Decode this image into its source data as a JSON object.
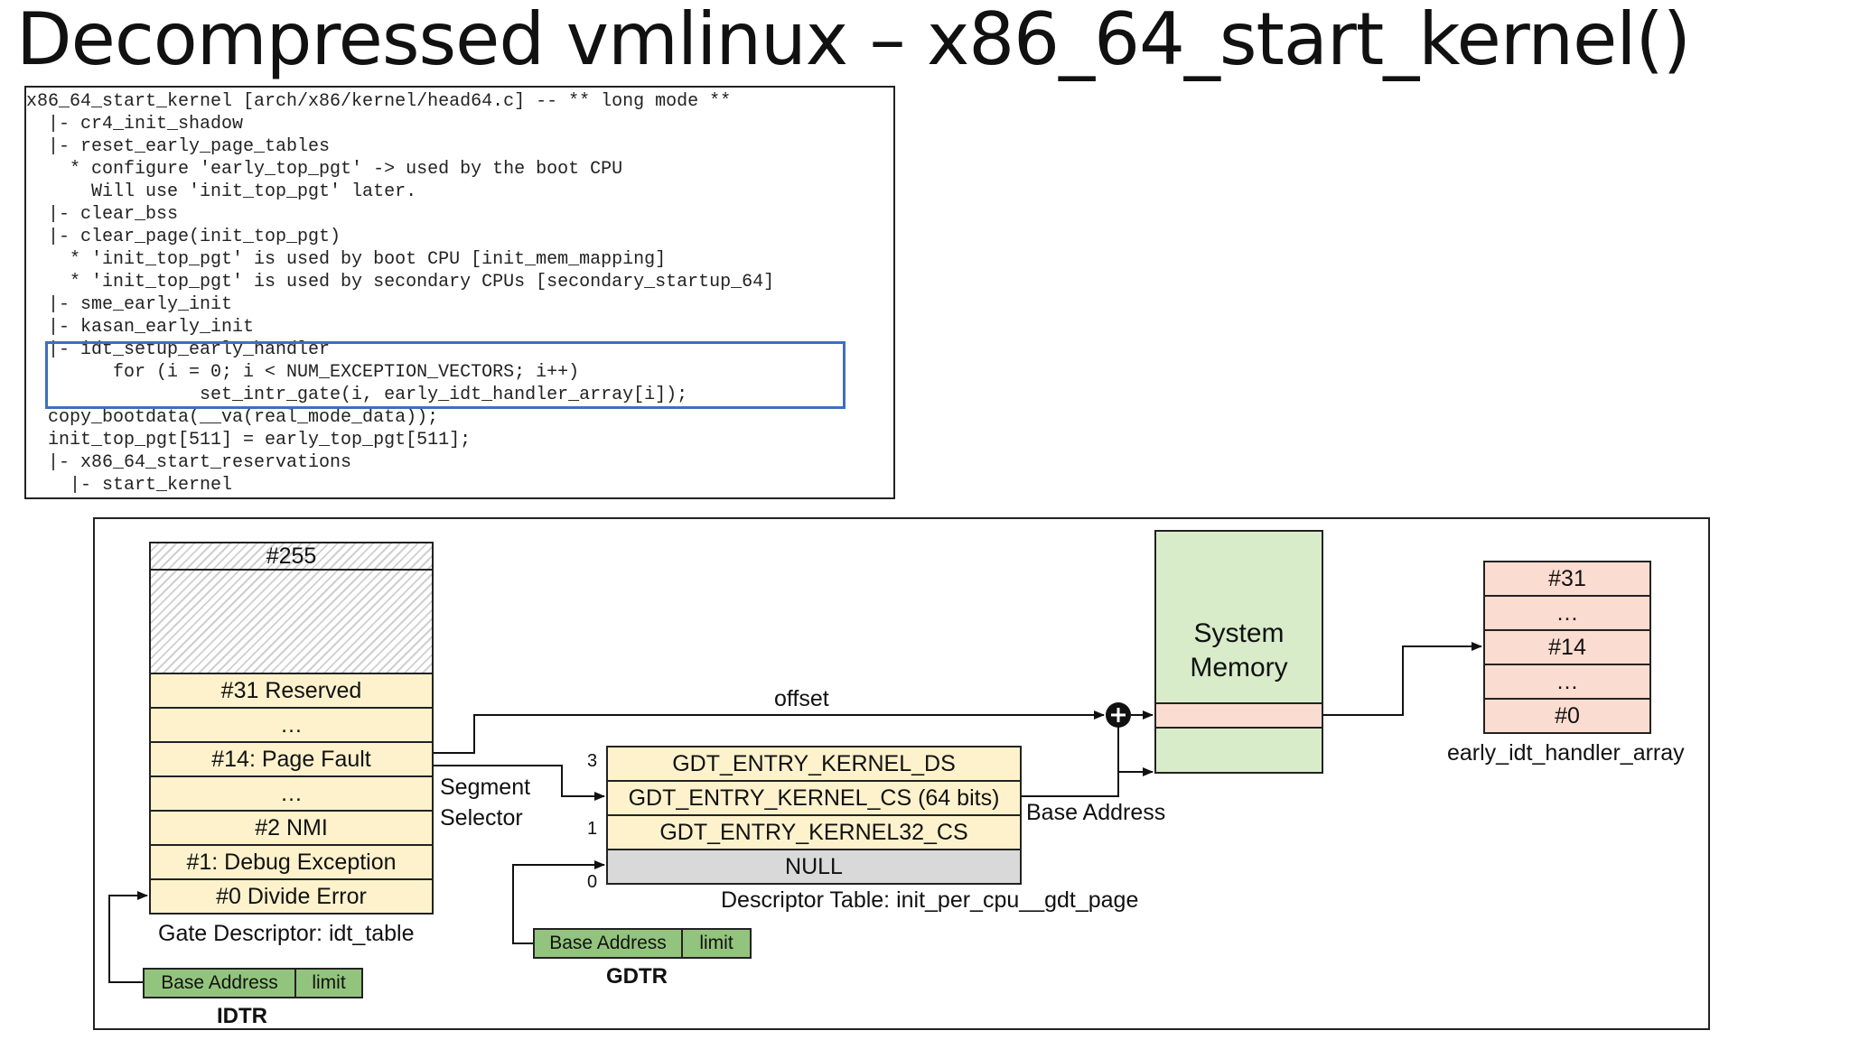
{
  "title": "Decompressed vmlinux – x86_64_start_kernel()",
  "code_lines": [
    "x86_64_start_kernel [arch/x86/kernel/head64.c] -- ** long mode **",
    "  |- cr4_init_shadow",
    "  |- reset_early_page_tables",
    "    * configure 'early_top_pgt' -> used by the boot CPU",
    "      Will use 'init_top_pgt' later.",
    "  |- clear_bss",
    "  |- clear_page(init_top_pgt)",
    "    * 'init_top_pgt' is used by boot CPU [init_mem_mapping]",
    "    * 'init_top_pgt' is used by secondary CPUs [secondary_startup_64]",
    "  |- sme_early_init",
    "  |- kasan_early_init",
    "  |- idt_setup_early_handler",
    "        for (i = 0; i < NUM_EXCEPTION_VECTORS; i++)",
    "                set_intr_gate(i, early_idt_handler_array[i]);",
    "  copy_bootdata(__va(real_mode_data));",
    "  init_top_pgt[511] = early_top_pgt[511];",
    "  |- x86_64_start_reservations",
    "    |- start_kernel"
  ],
  "idt": {
    "top_entry": "#255",
    "entries": [
      "#31 Reserved",
      "…",
      "#14: Page Fault",
      "…",
      "#2 NMI",
      "#1: Debug Exception",
      "#0 Divide Error"
    ],
    "caption": "Gate Descriptor: idt_table"
  },
  "idtr": {
    "base": "Base Address",
    "limit": "limit",
    "label": "IDTR"
  },
  "gdt": {
    "entries": [
      "GDT_ENTRY_KERNEL_DS",
      "GDT_ENTRY_KERNEL_CS (64 bits)",
      "GDT_ENTRY_KERNEL32_CS",
      "NULL"
    ],
    "indices": [
      "3",
      "1",
      "0"
    ],
    "caption": "Descriptor Table: init_per_cpu__gdt_page"
  },
  "gdtr": {
    "base": "Base Address",
    "limit": "limit",
    "label": "GDTR"
  },
  "labels": {
    "offset": "offset",
    "segment_selector_1": "Segment",
    "segment_selector_2": "Selector",
    "base_address": "Base Address"
  },
  "memory": {
    "line1": "System",
    "line2": "Memory"
  },
  "handler_array": {
    "entries": [
      "#31",
      "…",
      "#14",
      "…",
      "#0"
    ],
    "caption": "early_idt_handler_array"
  },
  "colors": {
    "idt_entry": "#fdf2cc",
    "handler_entry": "#fbdcd0",
    "memory": "#d8ecc9",
    "register": "#93c47d",
    "null_entry": "#d9d9d9",
    "highlight_box": "#3f6fbf"
  }
}
